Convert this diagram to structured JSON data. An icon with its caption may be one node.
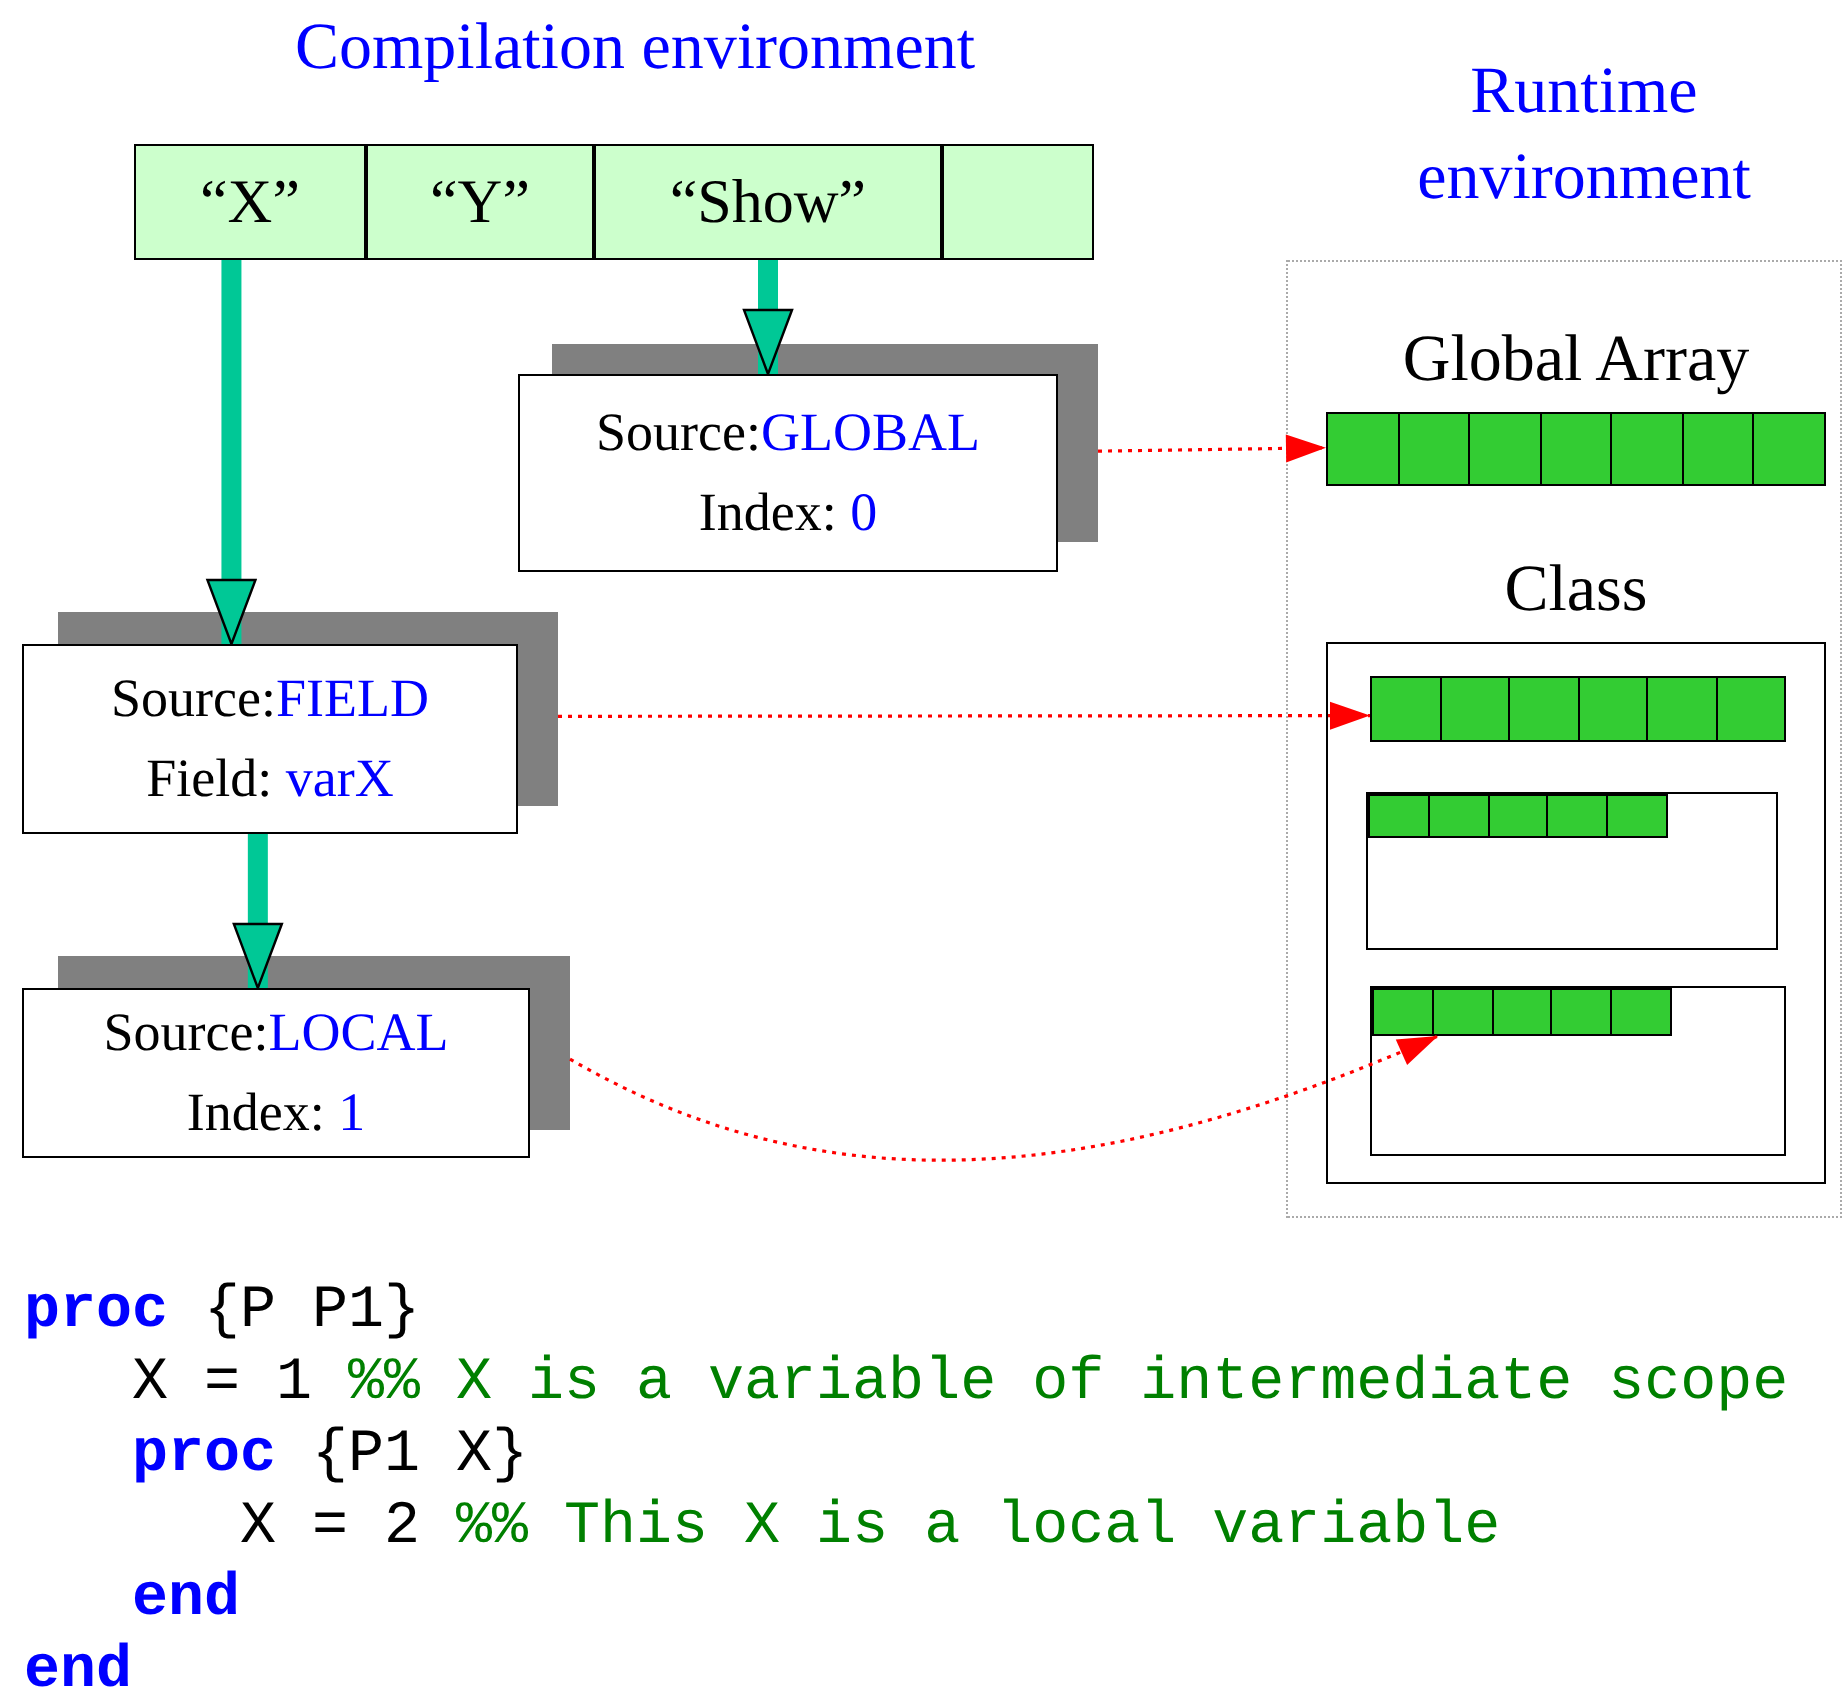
{
  "diagram": {
    "title": "Compilation environment",
    "nodes": [
      {
        "text": [
          "“X”"
        ]
      },
      {
        "text": [
          "“Y”"
        ]
      },
      {
        "text": [
          "“Show”"
        ]
      },
      {
        "text": [],
        "shape": "box"
      },
      {
        "text": [
          "Source:",
          "GLOBAL",
          "Index:",
          "0"
        ]
      },
      {
        "text": [
          "Source:",
          "FIELD",
          "Field:",
          "varX"
        ]
      },
      {
        "text": [
          "Source:",
          "LOCAL",
          "Index:",
          "1"
        ]
      },
      {
        "text": [
          "Runtime environment"
        ]
      },
      {
        "text": [
          "Global Array"
        ],
        "in": 7
      },
      {
        "text": [
          "Class"
        ],
        "in": 7
      },
      {
        "text": [],
        "shape": "bar",
        "in": 9
      },
      {
        "text": [],
        "shape": "box",
        "in": 9
      },
      {
        "text": [],
        "shape": "bar",
        "in": 11
      },
      {
        "text": [],
        "shape": "box",
        "in": 9
      },
      {
        "text": [],
        "shape": "bar",
        "in": 13
      }
    ],
    "edges": [
      {
        "from": 0,
        "to": 5,
        "arrow": "to",
        "style": "thick",
        "color": "#00c896"
      },
      {
        "from": 2,
        "to": 4,
        "arrow": "to",
        "style": "thick",
        "color": "#00c896"
      },
      {
        "from": 5,
        "to": 6,
        "arrow": "to",
        "style": "thick",
        "color": "#00c896"
      },
      {
        "from": 4,
        "to": 8,
        "arrow": "to",
        "style": "dashed",
        "color": "#ff0000"
      },
      {
        "from": 5,
        "to": 10,
        "arrow": "to",
        "style": "dashed",
        "color": "#ff0000"
      },
      {
        "from": 6,
        "to": 14,
        "arrow": "to",
        "style": "dashed",
        "color": "#ff0000"
      }
    ],
    "labels": [
      "proc",
      "{P P1}",
      "X = 1",
      "%% X is a variable of intermediate scope",
      "proc",
      "{P1 X}",
      "X = 2",
      "%% This X is a local variable",
      "end",
      "end"
    ]
  }
}
